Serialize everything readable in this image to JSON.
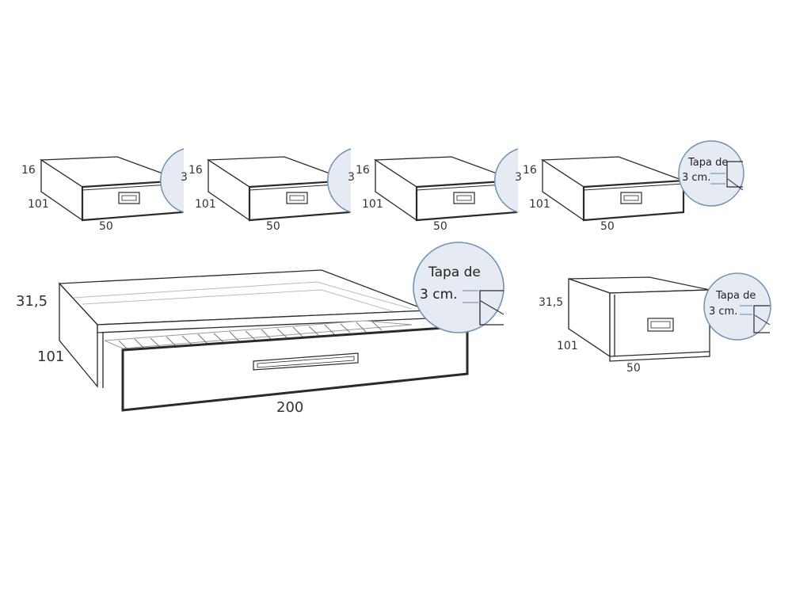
{
  "small_drawers": [
    {
      "height": "16",
      "depth": "101",
      "width": "50",
      "callout_partial": "3"
    },
    {
      "height": "16",
      "depth": "101",
      "width": "50",
      "callout_partial": "3"
    },
    {
      "height": "16",
      "depth": "101",
      "width": "50",
      "callout_partial": "3"
    },
    {
      "height": "16",
      "depth": "101",
      "width": "50",
      "callout_line1": "Tapa de",
      "callout_line2": "3 cm."
    }
  ],
  "bed_unit": {
    "height": "31,5",
    "depth": "101",
    "length": "200",
    "callout_line1": "Tapa de",
    "callout_line2": "3 cm."
  },
  "box_unit": {
    "height": "31,5",
    "depth": "101",
    "width": "50",
    "callout_line1": "Tapa de",
    "callout_line2": "3 cm."
  },
  "colors": {
    "line": "#2a2a2a",
    "callout_fill": "#e6ebf3",
    "callout_stroke": "#6f93b8",
    "dim_line": "#5a88b0"
  }
}
